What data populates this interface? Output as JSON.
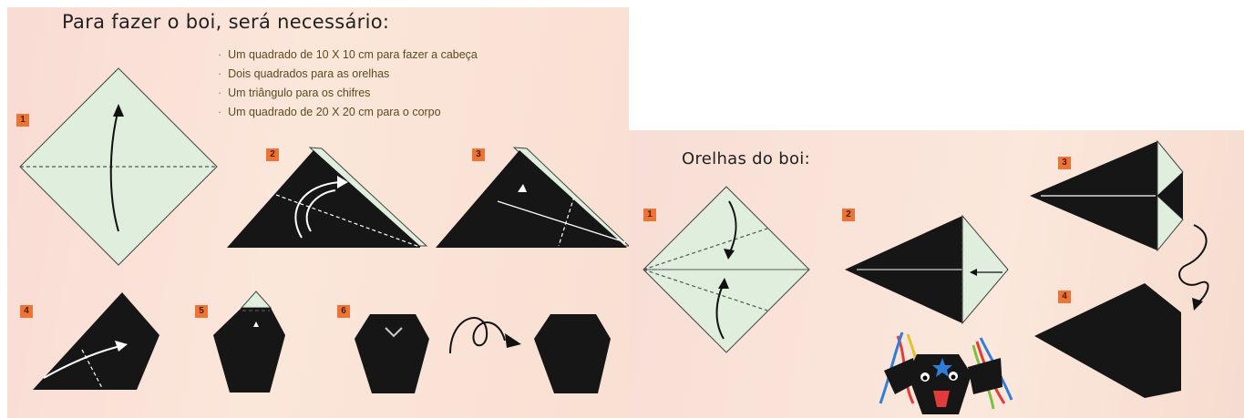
{
  "main_instructions": {
    "title": "Para fazer o boi, será necessário:",
    "materials": [
      "Um quadrado de 10 X 10 cm para fazer a cabeça",
      "Dois quadrados para as orelhas",
      "Um triângulo para os chifres",
      "Um quadrado de 20 X 20 cm para o corpo"
    ],
    "steps": [
      "1",
      "2",
      "3",
      "4",
      "5",
      "6"
    ]
  },
  "ears_instructions": {
    "title": "Orelhas do boi:",
    "steps": [
      "1",
      "2",
      "3",
      "4"
    ]
  },
  "colors": {
    "paper_light": "#dfeedd",
    "paper_dark": "#161616",
    "step_badge": "#ee7436",
    "background": "#fbe6da"
  }
}
